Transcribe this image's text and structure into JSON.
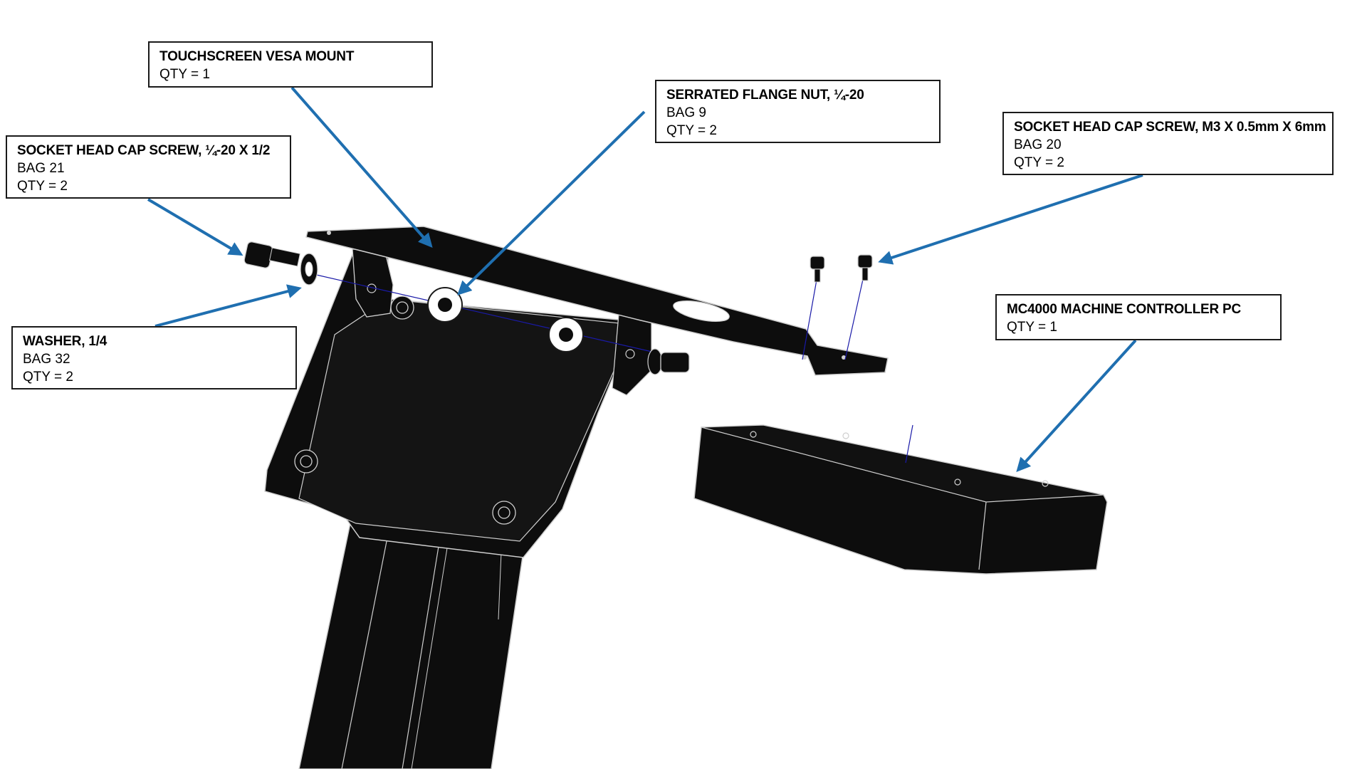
{
  "colors": {
    "leader": "#1f6fb0",
    "part": "#0d0d0d",
    "edge": "#cfcfcf",
    "centerline": "#1a1aa8"
  },
  "callouts": {
    "vesa_mount": {
      "title": "TOUCHSCREEN VESA MOUNT",
      "qty": "QTY = 1"
    },
    "flange_nut": {
      "title": "SERRATED FLANGE NUT, ¼-20",
      "bag": "BAG 9",
      "qty": "QTY = 2"
    },
    "cap_screw_m3": {
      "title": "SOCKET HEAD CAP SCREW, M3 X 0.5mm X 6mm",
      "bag": "BAG 20",
      "qty": "QTY = 2"
    },
    "cap_screw_quarter": {
      "title": "SOCKET HEAD CAP SCREW, ¼-20 X 1/2",
      "bag": "BAG 21",
      "qty": "QTY = 2"
    },
    "washer": {
      "title": "WASHER, 1/4",
      "bag": "BAG 32",
      "qty": "QTY = 2"
    },
    "controller_pc": {
      "title": "MC4000 MACHINE CONTROLLER PC",
      "qty": "QTY = 1"
    }
  }
}
